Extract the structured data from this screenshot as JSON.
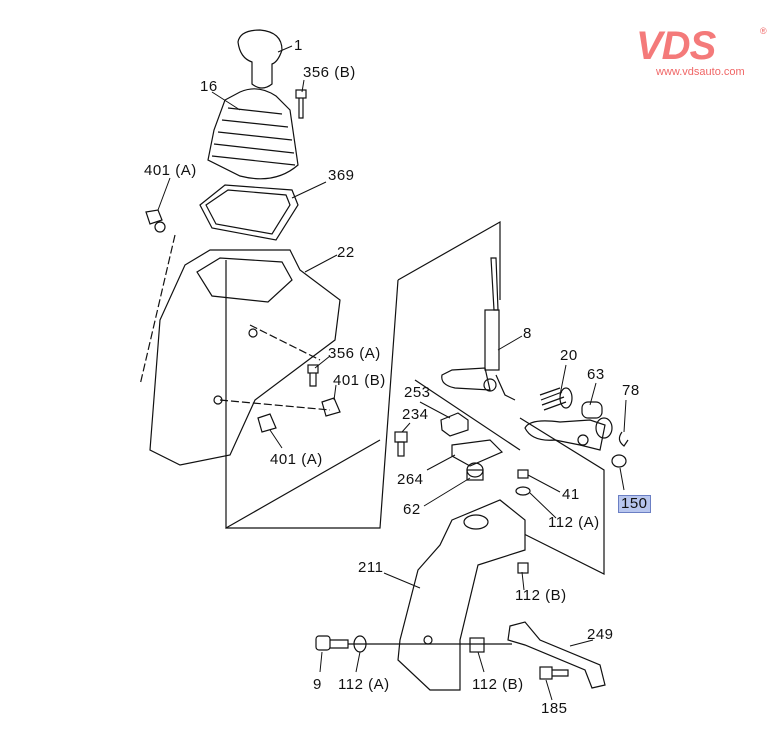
{
  "logo": {
    "brand": "VDS",
    "url": "www.vdsauto.com",
    "registered": "®",
    "color": "#f47a7a"
  },
  "callouts": [
    {
      "id": "1",
      "text": "1"
    },
    {
      "id": "356b-top",
      "text": "356 (B)"
    },
    {
      "id": "16",
      "text": "16"
    },
    {
      "id": "401a-top",
      "text": "401 (A)"
    },
    {
      "id": "369",
      "text": "369"
    },
    {
      "id": "22",
      "text": "22"
    },
    {
      "id": "8",
      "text": "8"
    },
    {
      "id": "20",
      "text": "20"
    },
    {
      "id": "63",
      "text": "63"
    },
    {
      "id": "78",
      "text": "78"
    },
    {
      "id": "356a",
      "text": "356 (A)"
    },
    {
      "id": "401b",
      "text": "401 (B)"
    },
    {
      "id": "253",
      "text": "253"
    },
    {
      "id": "234",
      "text": "234"
    },
    {
      "id": "401a-bottom",
      "text": "401 (A)"
    },
    {
      "id": "264",
      "text": "264"
    },
    {
      "id": "41",
      "text": "41"
    },
    {
      "id": "62",
      "text": "62"
    },
    {
      "id": "112a-mid",
      "text": "112 (A)"
    },
    {
      "id": "150",
      "text": "150",
      "highlighted": true
    },
    {
      "id": "211",
      "text": "211"
    },
    {
      "id": "112b-mid",
      "text": "112 (B)"
    },
    {
      "id": "249",
      "text": "249"
    },
    {
      "id": "9",
      "text": "9"
    },
    {
      "id": "112a-bottom",
      "text": "112 (A)"
    },
    {
      "id": "112b-bottom",
      "text": "112 (B)"
    },
    {
      "id": "185",
      "text": "185"
    }
  ],
  "highlight_color": "#b8c6ee"
}
